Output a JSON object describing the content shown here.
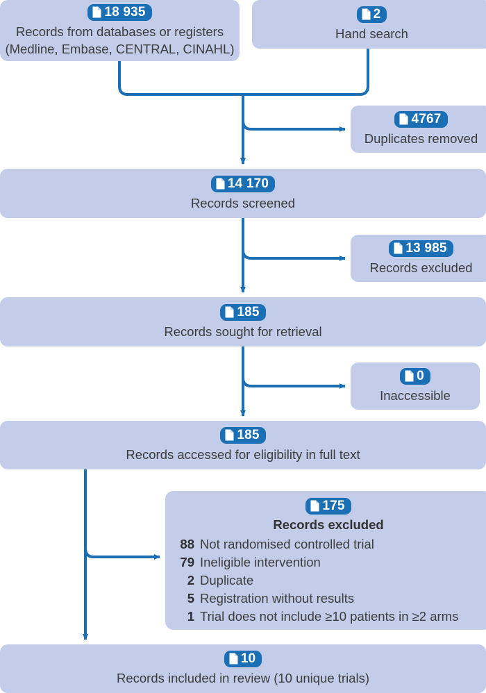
{
  "diagram": {
    "type": "prisma-flow-diagram",
    "colors": {
      "box_fill": "#c3cce8",
      "connector": "#1a6fb5",
      "badge_bg": "#1a6fb5",
      "badge_text": "#ffffff",
      "label_text": "#3d3d3d"
    },
    "badge_icon": "document-icon"
  },
  "nodes": {
    "databases": {
      "count": "18 935",
      "label": "Records from databases or registers\n(Medline, Embase, CENTRAL, CINAHL)"
    },
    "hand_search": {
      "count": "2",
      "label": "Hand search"
    },
    "duplicates_removed": {
      "count": "4767",
      "label": "Duplicates removed"
    },
    "records_screened": {
      "count": "14 170",
      "label": "Records screened"
    },
    "records_excluded_screened": {
      "count": "13 985",
      "label": "Records excluded"
    },
    "records_sought": {
      "count": "185",
      "label": "Records sought for retrieval"
    },
    "inaccessible": {
      "count": "0",
      "label": "Inaccessible"
    },
    "records_accessed": {
      "count": "185",
      "label": "Records accessed for eligibility in full text"
    },
    "records_excluded_detail": {
      "count": "175",
      "title": "Records excluded",
      "reasons": [
        {
          "count": "88",
          "text": "Not randomised controlled trial"
        },
        {
          "count": "79",
          "text": "Ineligible intervention"
        },
        {
          "count": "2",
          "text": "Duplicate"
        },
        {
          "count": "5",
          "text": "Registration without results"
        },
        {
          "count": "1",
          "text": "Trial does not include ≥10 patients in ≥2 arms"
        }
      ]
    },
    "records_included": {
      "count": "10",
      "label": "Records included in review (10 unique trials)"
    }
  }
}
